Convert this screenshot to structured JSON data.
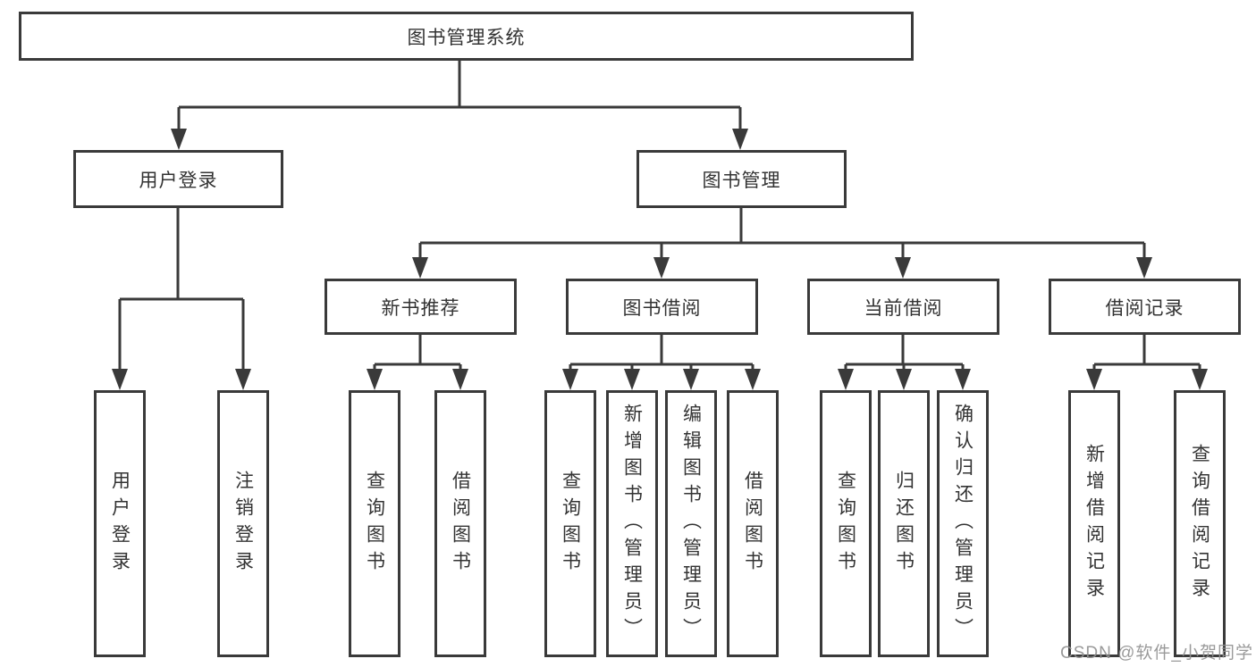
{
  "diagram": {
    "root": {
      "label": "图书管理系统"
    },
    "branches": [
      {
        "label": "用户登录",
        "children": [
          {
            "label": "用户登录"
          },
          {
            "label": "注销登录"
          }
        ]
      },
      {
        "label": "图书管理",
        "children": [
          {
            "label": "新书推荐",
            "children": [
              {
                "label": "查询图书"
              },
              {
                "label": "借阅图书"
              }
            ]
          },
          {
            "label": "图书借阅",
            "children": [
              {
                "label": "查询图书"
              },
              {
                "label": "新增图书（管理员）"
              },
              {
                "label": "编辑图书（管理员）"
              },
              {
                "label": "借阅图书"
              }
            ]
          },
          {
            "label": "当前借阅",
            "children": [
              {
                "label": "查询图书"
              },
              {
                "label": "归还图书"
              },
              {
                "label": "确认归还（管理员）"
              }
            ]
          },
          {
            "label": "借阅记录",
            "children": [
              {
                "label": "新增借阅记录"
              },
              {
                "label": "查询借阅记录"
              }
            ]
          }
        ]
      }
    ]
  },
  "watermark": {
    "text": "CSDN @软件_小贺同学"
  },
  "colors": {
    "line": "#3a3a3a",
    "text": "#333333",
    "background": "#ffffff",
    "watermark": "#919191"
  }
}
